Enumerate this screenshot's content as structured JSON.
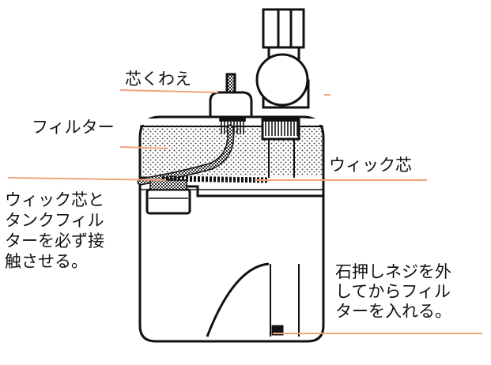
{
  "labels": {
    "wick_holder": "芯くわえ",
    "filter": "フィルター",
    "wick": "ウィック芯",
    "wick_contact": "ウィック芯と\nタンクフィル\nターを必ず接\n触させる。",
    "stone_screw": "石押しネジを外\nしてからフィル\nターを入れる。"
  },
  "colors": {
    "leader": "#f2a37a",
    "outline": "#111111",
    "filter_dot": "#2a2a2a",
    "wick_fill": "#1c1c1c"
  }
}
